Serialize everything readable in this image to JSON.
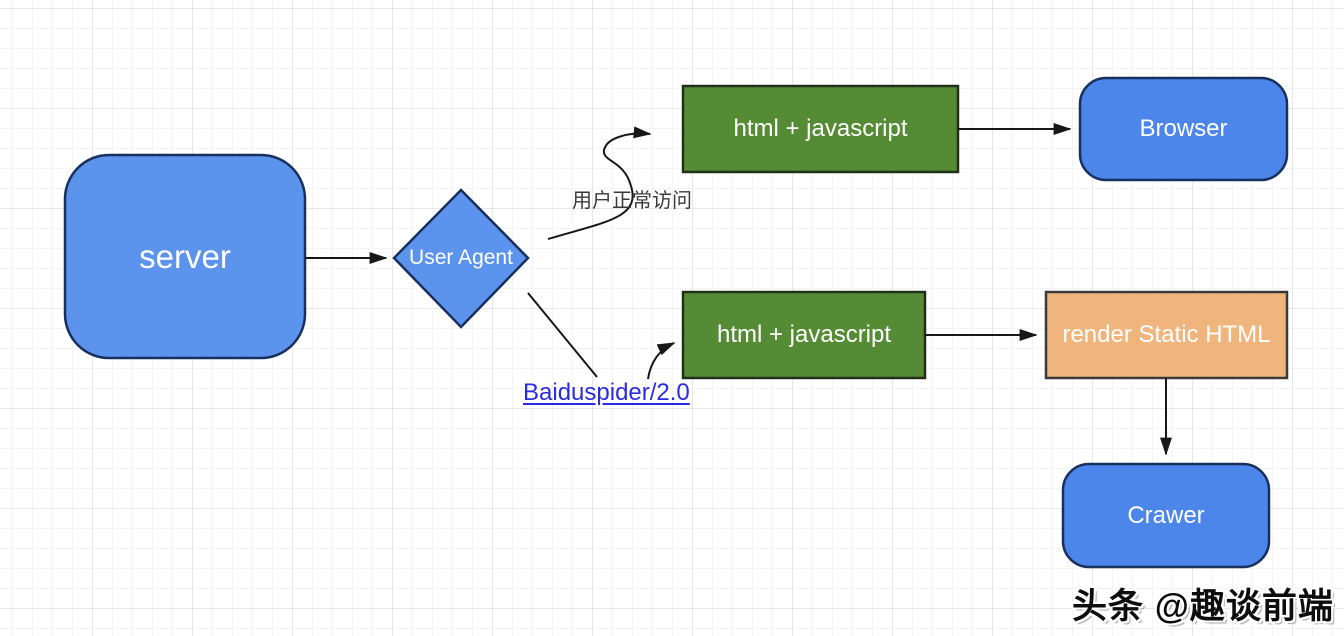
{
  "diagram": {
    "title_hint": "server rendering flow for user vs crawler",
    "nodes": {
      "server": {
        "label": "server",
        "shape": "rounded-rect",
        "fill": "#5c93ec"
      },
      "user_agent": {
        "label": "User Agent",
        "shape": "diamond",
        "fill": "#5c93ec"
      },
      "html_js_top": {
        "label": "html + javascript",
        "shape": "rect",
        "fill": "#568b35"
      },
      "browser": {
        "label": "Browser",
        "shape": "rounded-rect",
        "fill": "#4c86ea"
      },
      "html_js_bottom": {
        "label": "html + javascript",
        "shape": "rect",
        "fill": "#568b35"
      },
      "render_static_html": {
        "label": "render Static HTML",
        "shape": "rect",
        "fill": "#efb57d"
      },
      "crawler": {
        "label": "Crawer",
        "shape": "rounded-rect",
        "fill": "#4c86ea"
      }
    },
    "edges": [
      {
        "from": "server",
        "to": "user_agent",
        "label": ""
      },
      {
        "from": "user_agent",
        "to": "html_js_top",
        "label": "用户正常访问"
      },
      {
        "from": "html_js_top",
        "to": "browser",
        "label": ""
      },
      {
        "from": "user_agent",
        "to": "html_js_bottom",
        "label": "Baiduspider/2.0"
      },
      {
        "from": "html_js_bottom",
        "to": "render_static_html",
        "label": ""
      },
      {
        "from": "render_static_html",
        "to": "crawler",
        "label": ""
      }
    ],
    "edge_labels": {
      "normal_access": "用户正常访问",
      "baiduspider": "Baiduspider/2.0"
    },
    "colors": {
      "node_blue": "#5c93ec",
      "node_blue_alt": "#4c86ea",
      "node_blue_border": "#17305e",
      "node_green": "#568b35",
      "node_green_border": "#22301a",
      "node_orange": "#efb57d",
      "node_orange_border": "#3a3a3a",
      "arrow": "#171717",
      "link_text": "#2b2be2",
      "edge_label_text": "#3a3a3a",
      "grid_minor": "#f3f3f3",
      "grid_major": "#e6e6e6"
    },
    "watermark": "头条 @趣谈前端"
  }
}
